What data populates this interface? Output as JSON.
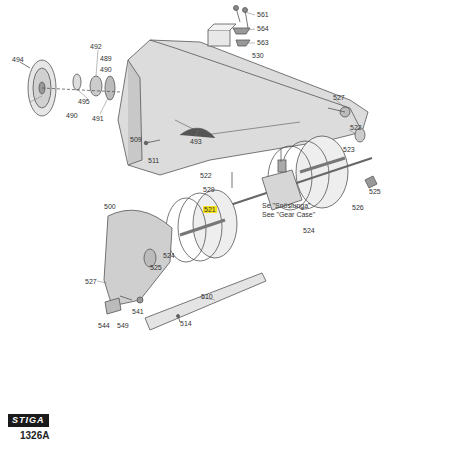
{
  "diagram": {
    "labels": [
      "494",
      "492",
      "489",
      "490",
      "495",
      "490",
      "491",
      "561",
      "564",
      "563",
      "530",
      "527",
      "522",
      "523",
      "525",
      "526",
      "524",
      "509",
      "511",
      "493",
      "522",
      "529",
      "521",
      "Se \"Snöslunga\"",
      "See \"Gear Case\"",
      "500",
      "527",
      "525",
      "524",
      "510",
      "541",
      "544",
      "549",
      "514",
      "STIGA",
      "1326A"
    ]
  }
}
